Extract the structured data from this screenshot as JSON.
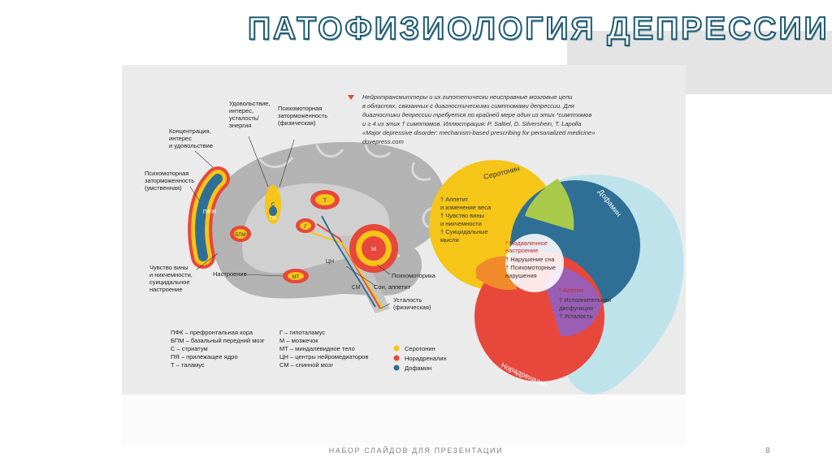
{
  "slide": {
    "title": "ПАТОФИЗИОЛОГИЯ ДЕПРЕССИИ",
    "footer": "НАБОР СЛАЙДОВ ДЛЯ ПРЕЗЕНТАЦИИ",
    "page_number": "8"
  },
  "caption": {
    "lines": [
      "Нейротрансмиттеры и их гипотетически неисправные мозговые цепи",
      "в областях, связанных с диагностическими симптомами депрессии. Для",
      "диагностики депрессии требуется по крайней мере один из этих *симптомов",
      "и ≥ 4 из этих † симптомов. Иллюстрация: P. Saltiel, D. Silvershein, T. Lapolla",
      "«Major depressive disorder: mechanism-based prescribing for personalized medicine»",
      "dovepress.com"
    ]
  },
  "brain_labels": {
    "pleasure": [
      "Удовольствие,",
      "интерес,",
      "усталость/",
      "энергия"
    ],
    "psychomotor_phys": [
      "Психомоторная",
      "заторможенность",
      "(физическая)"
    ],
    "concentration": [
      "Концентрация,",
      "интерес",
      "и удовольствие"
    ],
    "psychomotor_mental": [
      "Психомоторная",
      "заторможенность",
      "(умственная)"
    ],
    "guilt": [
      "Чувство вины",
      "и никчемности,",
      "суицидальное",
      "настроение"
    ],
    "mood": "Настроение",
    "psychomotorics": "Психомоторика",
    "sleep": "Сон, аппетит",
    "fatigue": [
      "Усталость",
      "(физическая)"
    ]
  },
  "regions": {
    "pfc": "ПФЖ",
    "bfb": "БПМ",
    "s": "С",
    "pya": "ПЯ",
    "t": "Т",
    "g": "Г",
    "cn": "ЦН",
    "m": "М",
    "sm": "СМ",
    "mt": "МТ"
  },
  "abbreviations": {
    "left": [
      "ПФК – префронтальная кора",
      "БПМ – базальный передний мозг",
      "С – стриатум",
      "ПЯ – прилежащее ядро",
      "Т – таламус"
    ],
    "right": [
      "Г – гипоталамус",
      "М – мозжечок",
      "МТ – миндалевидное тело",
      "ЦН – центры нейромедиаторов",
      "СМ – спинной мозг"
    ]
  },
  "legend": [
    {
      "label": "Серотонин",
      "color": "#f5c518"
    },
    {
      "label": "Норадреналин",
      "color": "#e8473c"
    },
    {
      "label": "Дофамин",
      "color": "#2f6f95"
    }
  ],
  "venn": {
    "serotonin_label": "Серотонин",
    "dopamine_label": "Дофамин",
    "noradrenaline_label": "Норадреналин",
    "serotonin_items": [
      "† Аппетит",
      "и изменение веса",
      "† Чувство вины",
      "и никчемности",
      "† Суицидальные",
      "мысли"
    ],
    "core_star": "* Подавленное",
    "core_star2": "настроение",
    "core_items": [
      "† Нарушение сна",
      "† Психомоторные",
      "нарушения"
    ],
    "lower_star": "* Алатия",
    "lower_items": [
      "† Исполнительная",
      "дисфункция",
      "† Усталость"
    ]
  },
  "colors": {
    "title_stroke": "#1e5a72",
    "serotonin": "#f5c518",
    "noradrenaline": "#e8473c",
    "dopamine": "#2f6f95",
    "cyan_blob": "#bfe3ea"
  }
}
